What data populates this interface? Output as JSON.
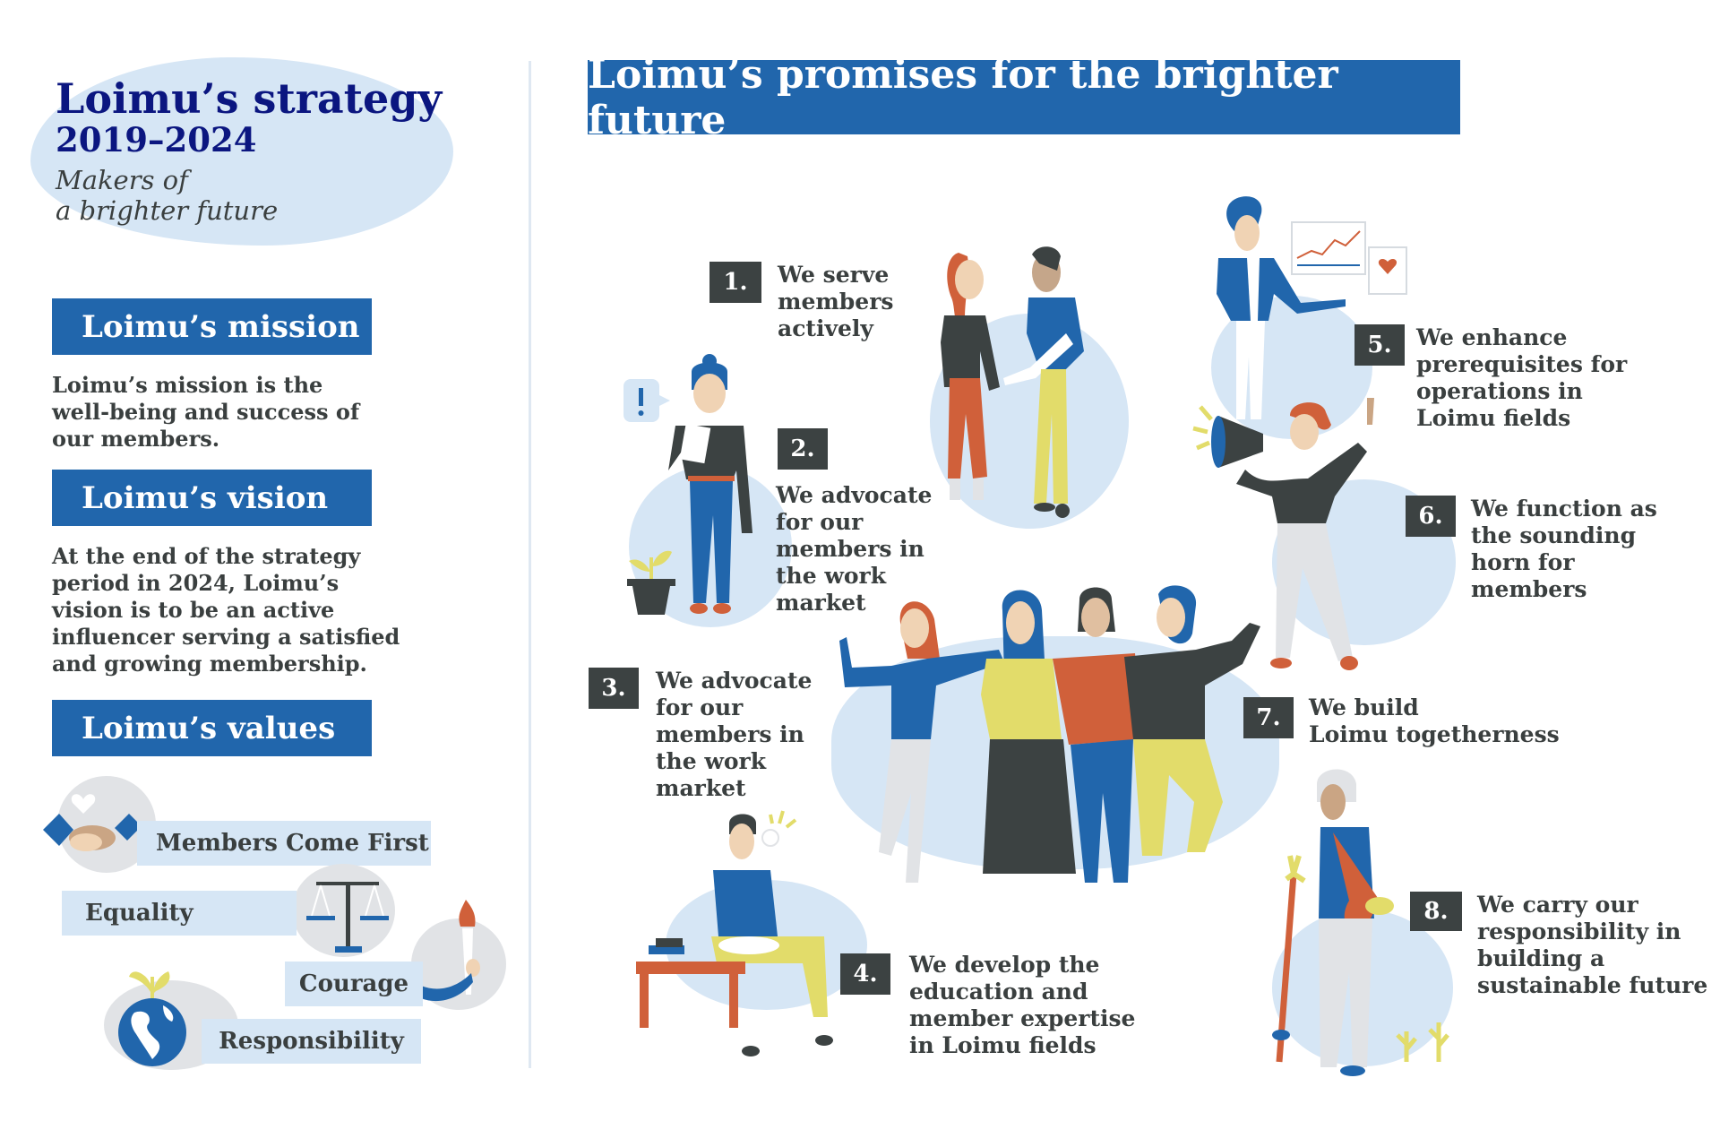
{
  "left": {
    "title": "Loimu’s strategy",
    "years": "2019–2024",
    "subtitle": "Makers of\na brighter future",
    "mission": {
      "heading": "Loimu’s mission",
      "text": "Loimu’s mission is the\nwell-being and success of\nour members."
    },
    "vision": {
      "heading": "Loimu’s vision",
      "text": "At the end of the strategy\nperiod in 2024, Loimu’s\nvision is to be an active\ninfluencer serving a satisfied\nand growing membership."
    },
    "values": {
      "heading": "Loimu’s values",
      "items": [
        {
          "label": "Members Come First",
          "icon": "handshake-heart-icon"
        },
        {
          "label": "Equality",
          "icon": "scales-icon"
        },
        {
          "label": "Courage",
          "icon": "torch-icon"
        },
        {
          "label": "Responsibility",
          "icon": "globe-sprout-icon"
        }
      ]
    }
  },
  "right": {
    "banner": "Loimu’s promises for the brighter future",
    "promises": [
      {
        "number": "1.",
        "text": "We serve\nmembers\nactively"
      },
      {
        "number": "2.",
        "text": "We advocate\nfor our\nmembers in\nthe work\nmarket"
      },
      {
        "number": "3.",
        "text": "We advocate\nfor our\nmembers in\nthe work\nmarket"
      },
      {
        "number": "4.",
        "text": "We develop the\neducation and\nmember expertise\nin Loimu fields"
      },
      {
        "number": "5.",
        "text": "We enhance\nprerequisites for\noperations in\nLoimu fields"
      },
      {
        "number": "6.",
        "text": "We function as\nthe sounding\nhorn for\nmembers"
      },
      {
        "number": "7.",
        "text": "We build\nLoimu togetherness"
      },
      {
        "number": "8.",
        "text": "We carry our\nresponsibility in\nbuilding a\nsustainable future"
      }
    ]
  },
  "colors": {
    "brand_blue": "#2166ac",
    "title_navy": "#0b1680",
    "light_blue": "#d6e6f5",
    "dark_box": "#3c4242",
    "text": "#3a3f3f",
    "orange": "#d0603a",
    "yellow": "#e2dc6a"
  }
}
